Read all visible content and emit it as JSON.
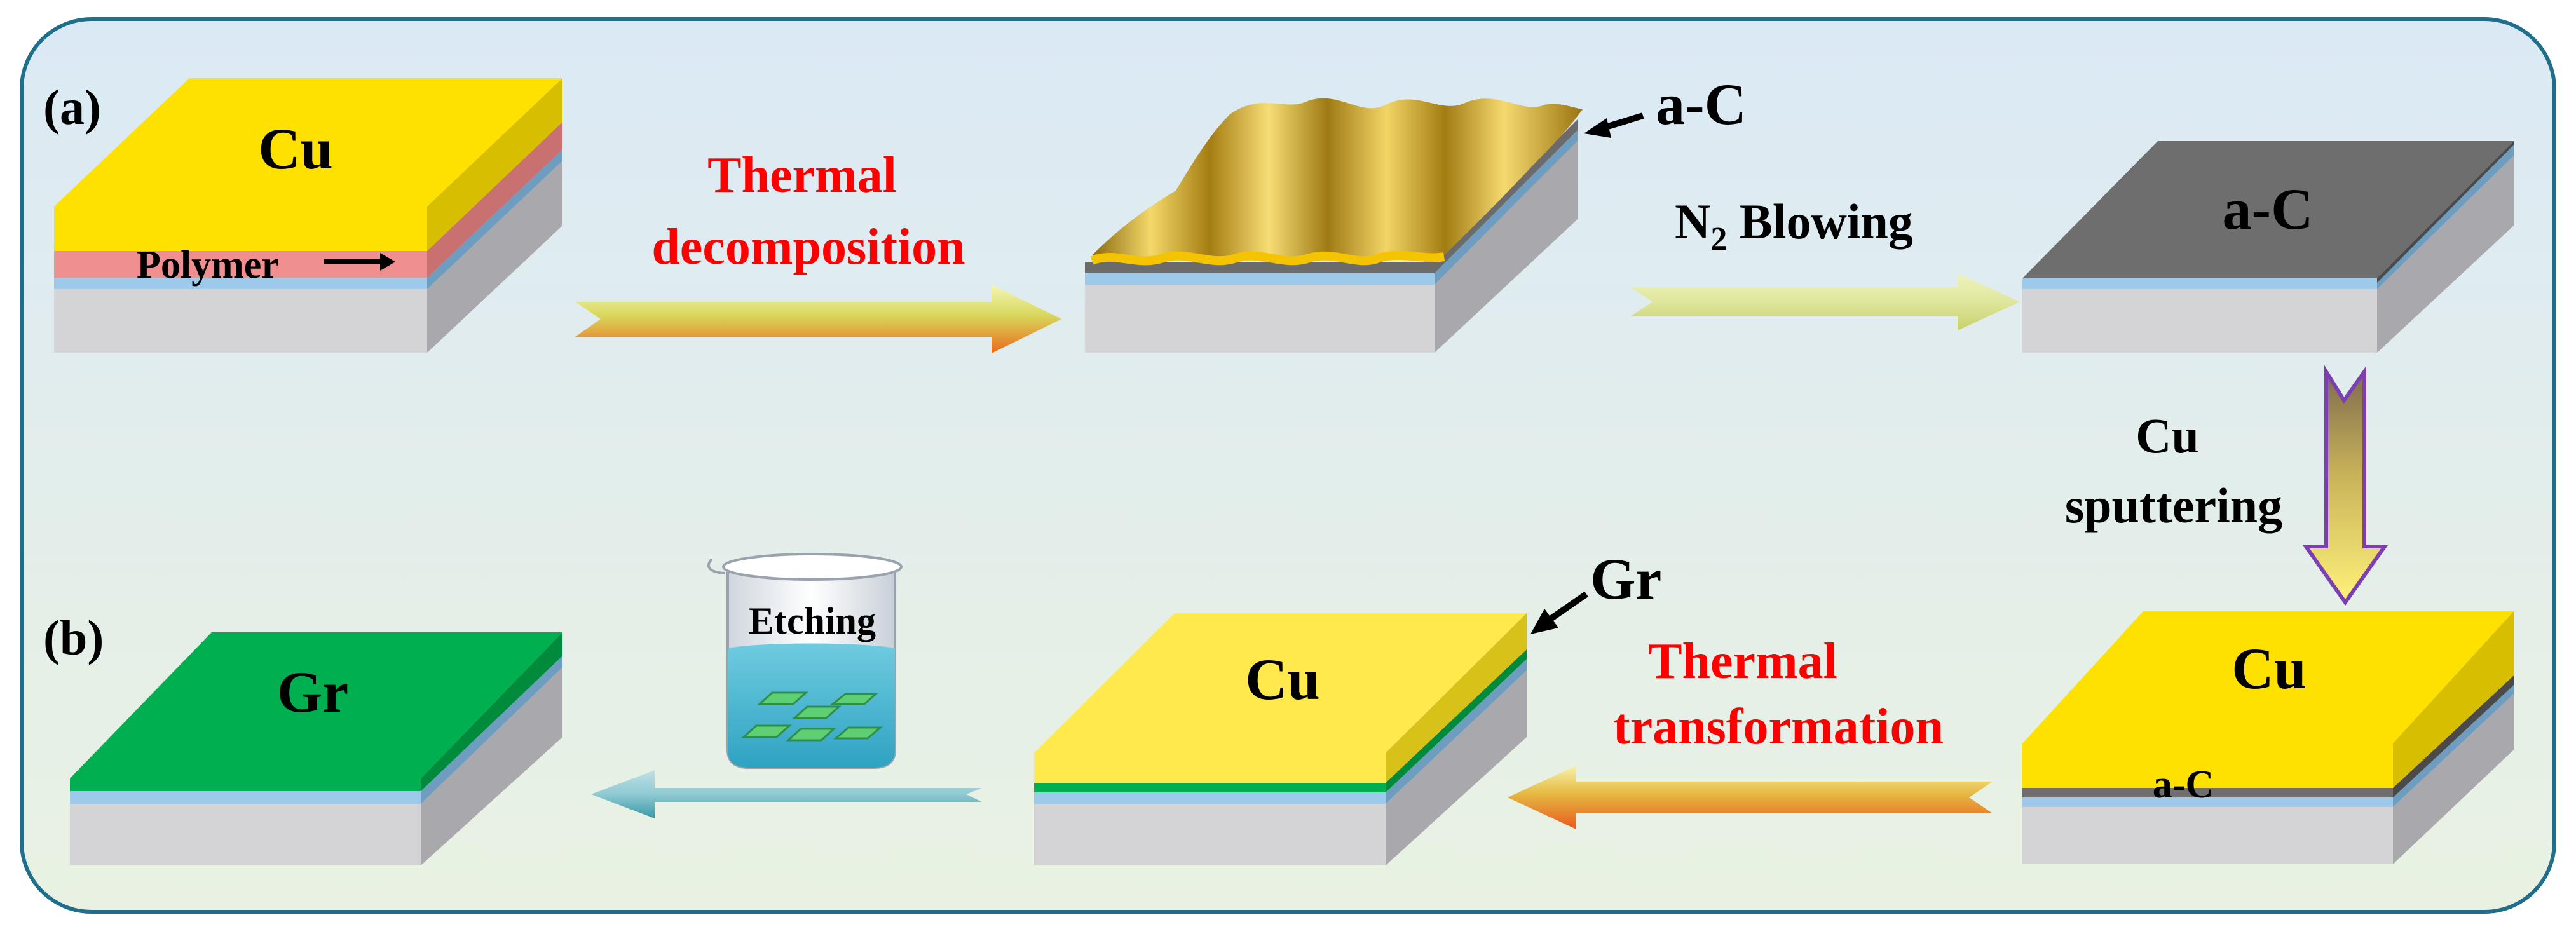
{
  "panels": {
    "a": "(a)",
    "b": "(b)"
  },
  "top_row": {
    "sample1": {
      "top_label": "Cu",
      "layer_label": "Polymer"
    },
    "step1": {
      "line1": "Thermal",
      "line2": "decomposition"
    },
    "sample2": {
      "callout": "a-C"
    },
    "step2": {
      "label_main": "N",
      "label_sub": "2",
      "label_rest": " Blowing"
    },
    "sample3": {
      "top_label": "a-C"
    }
  },
  "right_step": {
    "line1": "Cu",
    "line2": "sputtering"
  },
  "bottom_row": {
    "sample4": {
      "top_label": "Cu",
      "front_label": "a-C"
    },
    "step4": {
      "line1": "Thermal",
      "line2": "transformation"
    },
    "sample5": {
      "top_label": "Cu",
      "callout": "Gr"
    },
    "beaker": {
      "label": "Etching"
    },
    "sample6": {
      "top_label": "Gr"
    }
  },
  "colors": {
    "cu": "#ffe100",
    "polymer": "#f08f8f",
    "amorphous_carbon": "#6e6e6e",
    "graphene": "#00b050",
    "oxide_layer": "#9dc9ea",
    "substrate": "#d4d4d6",
    "step_text": "#ff0000",
    "frame_border": "#1f6e8c"
  }
}
